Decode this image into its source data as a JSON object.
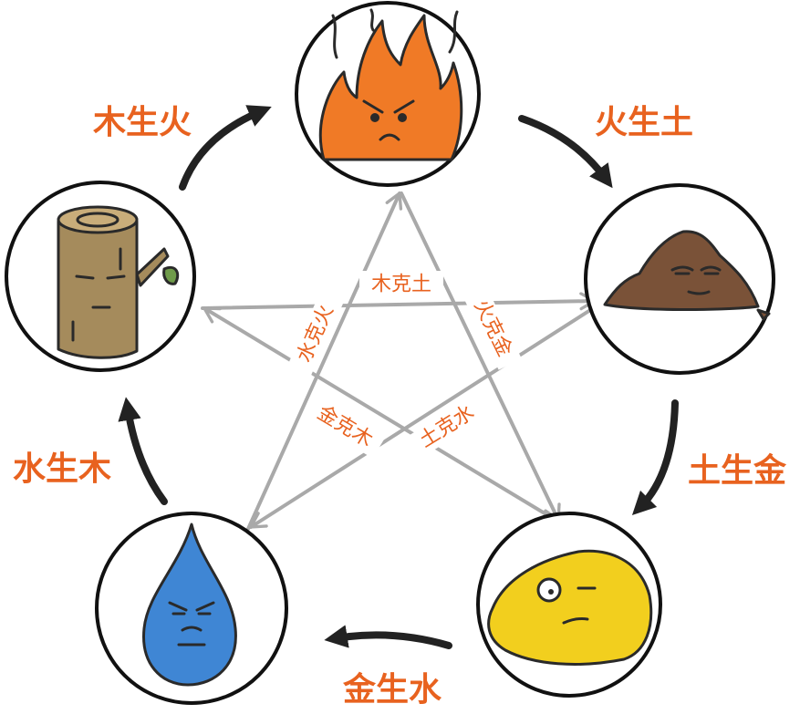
{
  "elements": {
    "fire": "火",
    "earth": "土",
    "metal": "金",
    "water": "水",
    "wood": "木"
  },
  "generating": [
    {
      "label": "木生火"
    },
    {
      "label": "火生土"
    },
    {
      "label": "土生金"
    },
    {
      "label": "金生水"
    },
    {
      "label": "水生木"
    }
  ],
  "controlling": [
    {
      "label": "木克土"
    },
    {
      "label": "火克金"
    },
    {
      "label": "土克水"
    },
    {
      "label": "金克木"
    },
    {
      "label": "水克火"
    }
  ],
  "colors": {
    "label": "#e8621f",
    "generating_arrow": "#222222",
    "controlling_arrow": "#a9a9a9",
    "fire": "#f07a26",
    "earth": "#7a5238",
    "metal": "#f2cf1e",
    "water": "#3f86d4",
    "wood": "#a58b5c"
  },
  "icons": [
    "fire-character-icon",
    "earth-character-icon",
    "metal-character-icon",
    "water-character-icon",
    "wood-character-icon"
  ]
}
